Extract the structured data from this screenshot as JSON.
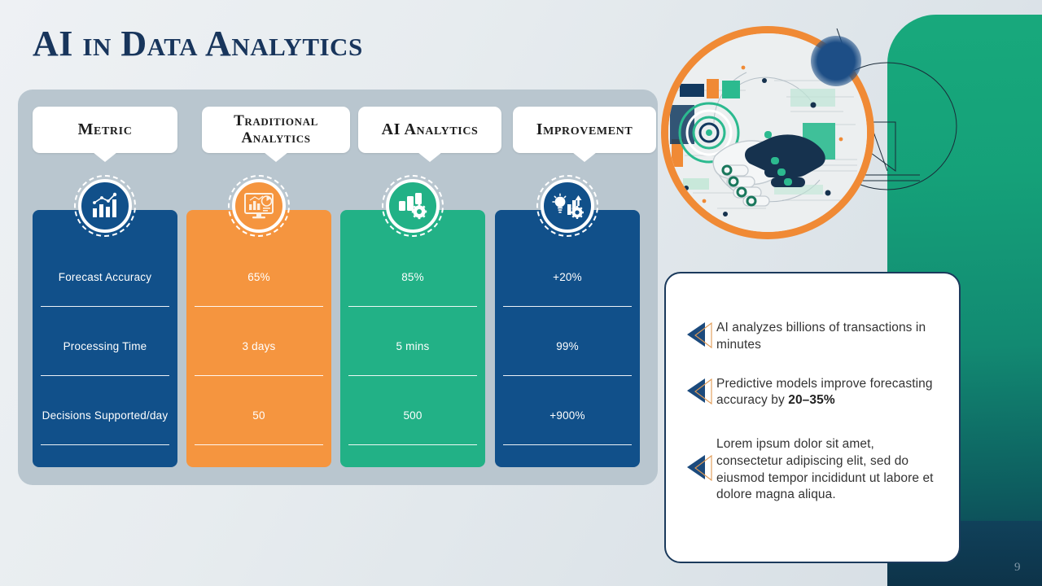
{
  "slide": {
    "title": "AI in Data Analytics",
    "page_number": "9"
  },
  "table": {
    "headers": [
      {
        "label": "Metric",
        "icon": "bar-chart-trend-icon",
        "accent": "#11508a"
      },
      {
        "label": "Traditional Analytics",
        "icon": "dashboard-monitor-icon",
        "accent": "#f5953f"
      },
      {
        "label": "AI Analytics",
        "icon": "bars-gear-icon",
        "accent": "#22b186"
      },
      {
        "label": "Improvement",
        "icon": "lightbulb-growth-gear-icon",
        "accent": "#11508a"
      }
    ],
    "rows": [
      {
        "metric": "Forecast Accuracy",
        "traditional": "65%",
        "ai": "85%",
        "improvement": "+20%"
      },
      {
        "metric": "Processing Time",
        "traditional": "3 days",
        "ai": "5 mins",
        "improvement": "99%"
      },
      {
        "metric": "Decisions Supported/day",
        "traditional": "50",
        "ai": "500",
        "improvement": "+900%"
      }
    ]
  },
  "illustration": {
    "name": "ai-human-handshake-illustration",
    "ring_color": "#f08a35",
    "node_color": "#1d4e86"
  },
  "callout": {
    "bullets": [
      {
        "text_parts": [
          {
            "text": "AI analyzes billions of transactions in minutes",
            "bold": false
          }
        ]
      },
      {
        "text_parts": [
          {
            "text": "Predictive models improve forecasting accuracy by ",
            "bold": false
          },
          {
            "text": "20–35%",
            "bold": true
          }
        ]
      },
      {
        "text_parts": [
          {
            "text": "Lorem ipsum dolor sit amet, consectetur adipiscing elit, sed do eiusmod tempor incididunt ut labore et dolore magna aliqua.",
            "bold": false
          }
        ]
      }
    ]
  },
  "colors": {
    "navy": "#11508a",
    "orange": "#f5953f",
    "green": "#22b186",
    "title_navy": "#18355c",
    "panel_gray": "#b9c6cf"
  }
}
